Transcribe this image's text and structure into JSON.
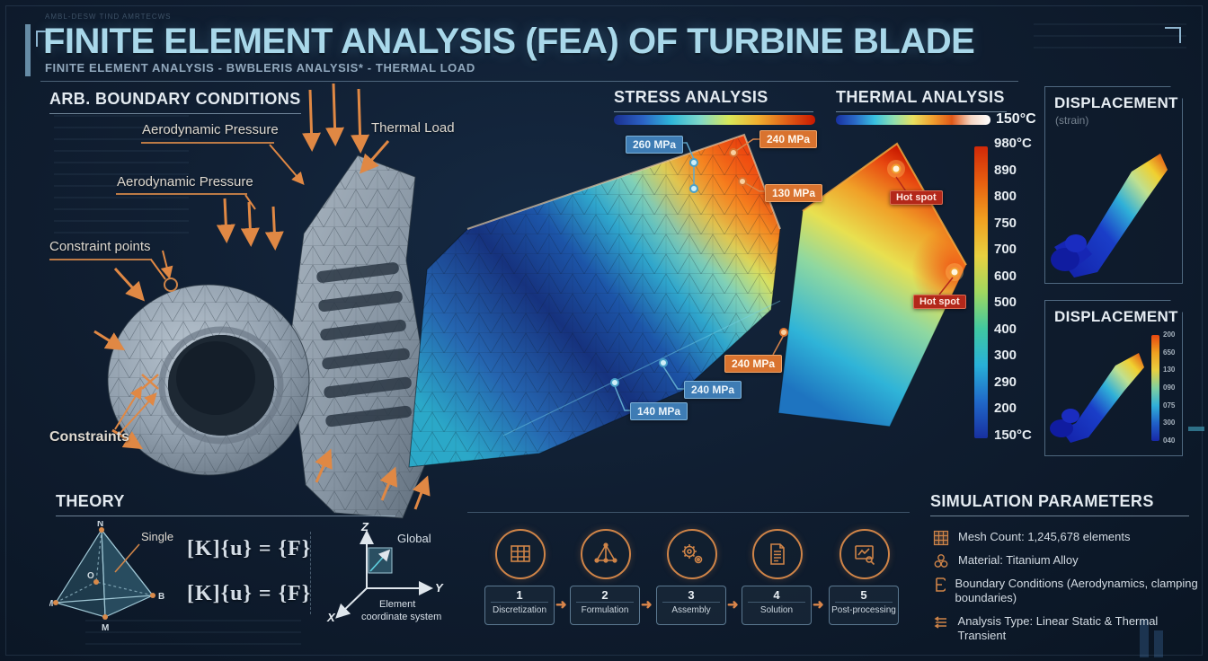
{
  "colors": {
    "accent_orange": "#e08844",
    "badge_blue": "#3e7cb4",
    "badge_orange": "#d9732f",
    "badge_red": "#b3281a",
    "title_blue": "#a9d8ea",
    "background": "#101e31"
  },
  "header": {
    "micro_label": "AMBL-DESW TIND AMRTECWS",
    "title": "FINITE ELEMENT ANALYSIS (FEA) OF TURBINE BLADE",
    "subtitle": "FINITE ELEMENT ANALYSIS - BWBLERIS ANALYSIS* - THERMAL LOAD"
  },
  "boundary": {
    "heading": "ARB. BOUNDARY CONDITIONS",
    "aero_pressure_1": "Aerodynamic Pressure",
    "thermal_load": "Thermal Load",
    "aero_pressure_2": "Aerodynamic Pressure",
    "constraint_points": "Constraint points",
    "constraints": "Constraints"
  },
  "stress": {
    "heading": "STRESS ANALYSIS",
    "badge_260": "260 MPa",
    "badge_240_top": "240 MPa",
    "badge_130": "130 MPa",
    "badge_240_low_orange": "240 MPa",
    "badge_240_low_blue": "240 MPa",
    "badge_140": "140 MPa"
  },
  "thermal": {
    "heading": "THERMAL ANALYSIS",
    "bar_end_label": "150°C",
    "hot_spot_1": "Hot spot",
    "hot_spot_2": "Hot spot",
    "scale_labels": [
      "980°C",
      "890",
      "800",
      "750",
      "700",
      "600",
      "500",
      "400",
      "300",
      "290",
      "200",
      "150°C"
    ]
  },
  "displacement_strain": {
    "heading": "DISPLACEMENT",
    "subheading": "(strain)"
  },
  "displacement": {
    "heading": "DISPLACEMENT",
    "scale_ticks": [
      "200",
      "650",
      "130",
      "090",
      "075",
      "300",
      "040"
    ]
  },
  "theory": {
    "heading": "THEORY",
    "single_label": "Single",
    "equation_1": "[K]{u} = {F}",
    "equation_2": "[K]{u} = {F}",
    "node_top": "N",
    "node_left": "M",
    "node_right": "B",
    "node_bottom": "M",
    "node_center": "O",
    "axis_x": "X",
    "axis_y": "Y",
    "axis_z": "Z",
    "global_label": "Global",
    "element_label_1": "Element",
    "element_label_2": "coordinate system"
  },
  "workflow": {
    "steps": [
      {
        "num": "1",
        "label": "Discretization"
      },
      {
        "num": "2",
        "label": "Formulation"
      },
      {
        "num": "3",
        "label": "Assembly"
      },
      {
        "num": "4",
        "label": "Solution"
      },
      {
        "num": "5",
        "label": "Post-processing"
      }
    ]
  },
  "simulation": {
    "heading": "SIMULATION PARAMETERS",
    "items": [
      "Mesh Count: 1,245,678 elements",
      "Material: Titanium Alloy",
      "Boundary Conditions (Aerodynamics, clamping boundaries)",
      "Analysis Type: Linear Static & Thermal Transient"
    ]
  }
}
